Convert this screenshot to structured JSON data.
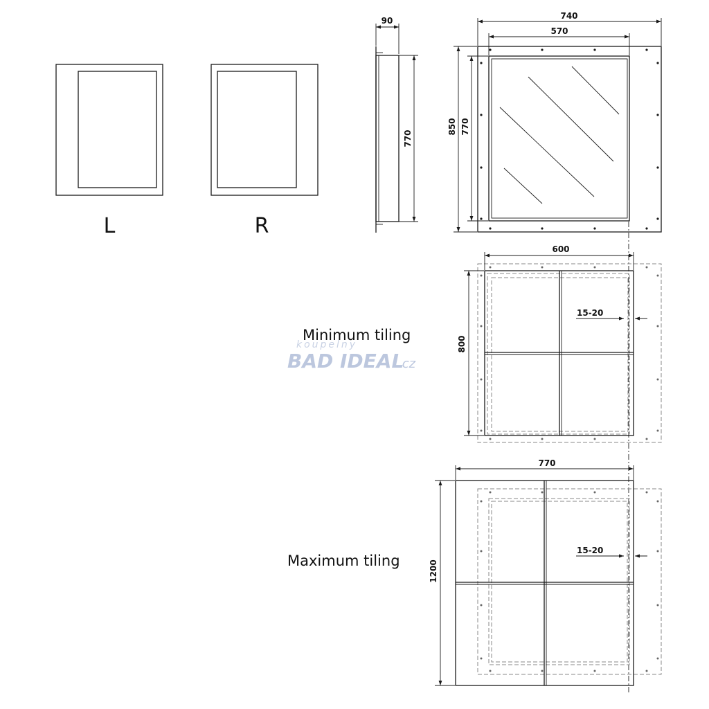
{
  "variants": {
    "left_label": "L",
    "right_label": "R"
  },
  "side_view": {
    "depth": "90",
    "height": "770"
  },
  "front_view": {
    "outer_width": "740",
    "inner_width": "570",
    "outer_height": "850",
    "inner_height": "770"
  },
  "minimum_tiling": {
    "caption": "Minimum tiling",
    "width": "600",
    "height": "800",
    "offset": "15-20"
  },
  "maximum_tiling": {
    "caption": "Maximum tiling",
    "width": "770",
    "height": "1200",
    "offset": "15-20"
  },
  "watermark": {
    "line1": "koupelny",
    "brand": "BAD IDEAL",
    "suffix": ".cz"
  }
}
